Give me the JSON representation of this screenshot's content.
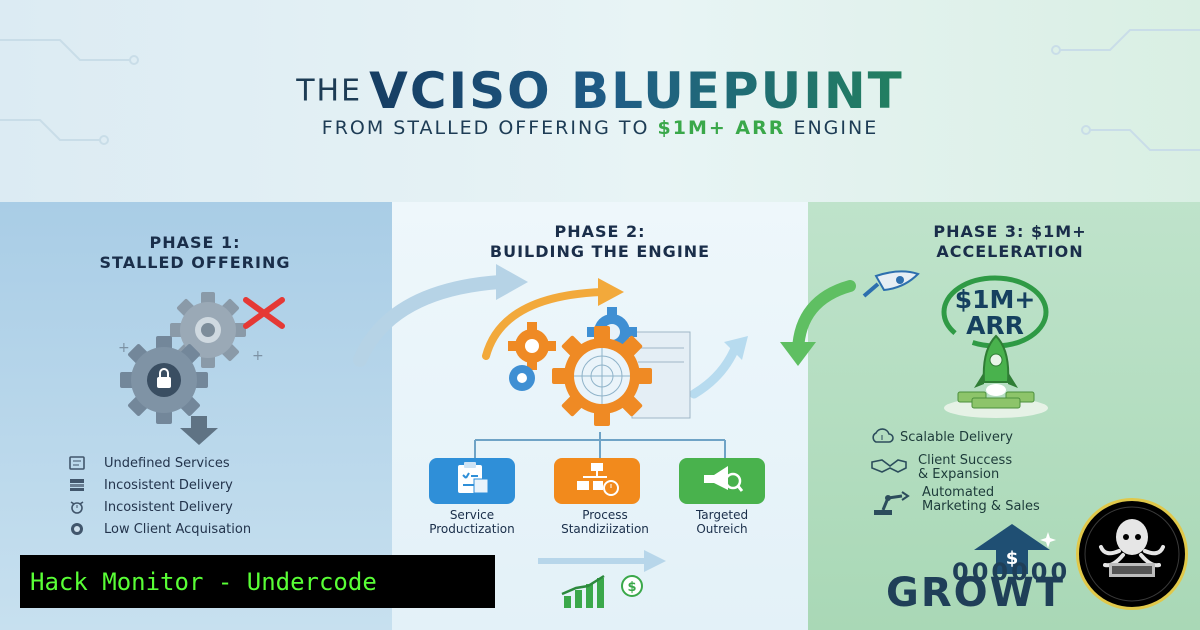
{
  "header": {
    "title_prefix": "THE",
    "title_main": "VCISO BLUEPUINT",
    "subtitle_pre": "FROM STALLED OFFERING TO",
    "subtitle_highlight": "$1M+ ARR",
    "subtitle_post": "ENGINE"
  },
  "phase1": {
    "title_line1": "PHASE 1:",
    "title_line2": "STALLED OFFERING",
    "items": [
      {
        "label": "Undefined Services",
        "icon": "document-icon"
      },
      {
        "label": "Incosistent Delivery",
        "icon": "stack-icon"
      },
      {
        "label": "Incosistent Delivery",
        "icon": "alarm-icon"
      },
      {
        "label": "Low Client Acquisation",
        "icon": "target-icon"
      }
    ]
  },
  "phase2": {
    "title_line1": "PHASE 2:",
    "title_line2": "BUILDING THE ENGINE",
    "tools": [
      {
        "label_line1": "Service",
        "label_line2": "Productization",
        "color": "#2f8fd8",
        "icon": "checklist-icon"
      },
      {
        "label_line1": "Process",
        "label_line2": "Standiziization",
        "color": "#f28a1c",
        "icon": "flowchart-icon"
      },
      {
        "label_line1": "Targeted",
        "label_line2": "Outreich",
        "color": "#49b24d",
        "icon": "megaphone-icon"
      }
    ],
    "badge_symbol": "$"
  },
  "phase3": {
    "title_line1": "PHASE 3: $1M+",
    "title_line2": "ACCELERATION",
    "badge_line1": "$1M+",
    "badge_line2": "ARR",
    "items": [
      {
        "line1": "Scalable Delivery",
        "line2": "",
        "icon": "cloud-icon"
      },
      {
        "line1": "Client Success",
        "line2": "& Expansion",
        "icon": "handshake-icon"
      },
      {
        "line1": "Automated",
        "line2": "Marketing & Sales",
        "icon": "robot-arm-icon"
      }
    ],
    "growth_symbol": "$",
    "growth_digits": "000000",
    "growth_word": "GROWT"
  },
  "banner": {
    "text": "Hack Monitor - Undercode"
  },
  "colors": {
    "title_blue": "#163d62",
    "title_green": "#22805f",
    "highlight_green": "#3aa84a",
    "banner_text": "#59ff36",
    "cross_red": "#e53935"
  }
}
